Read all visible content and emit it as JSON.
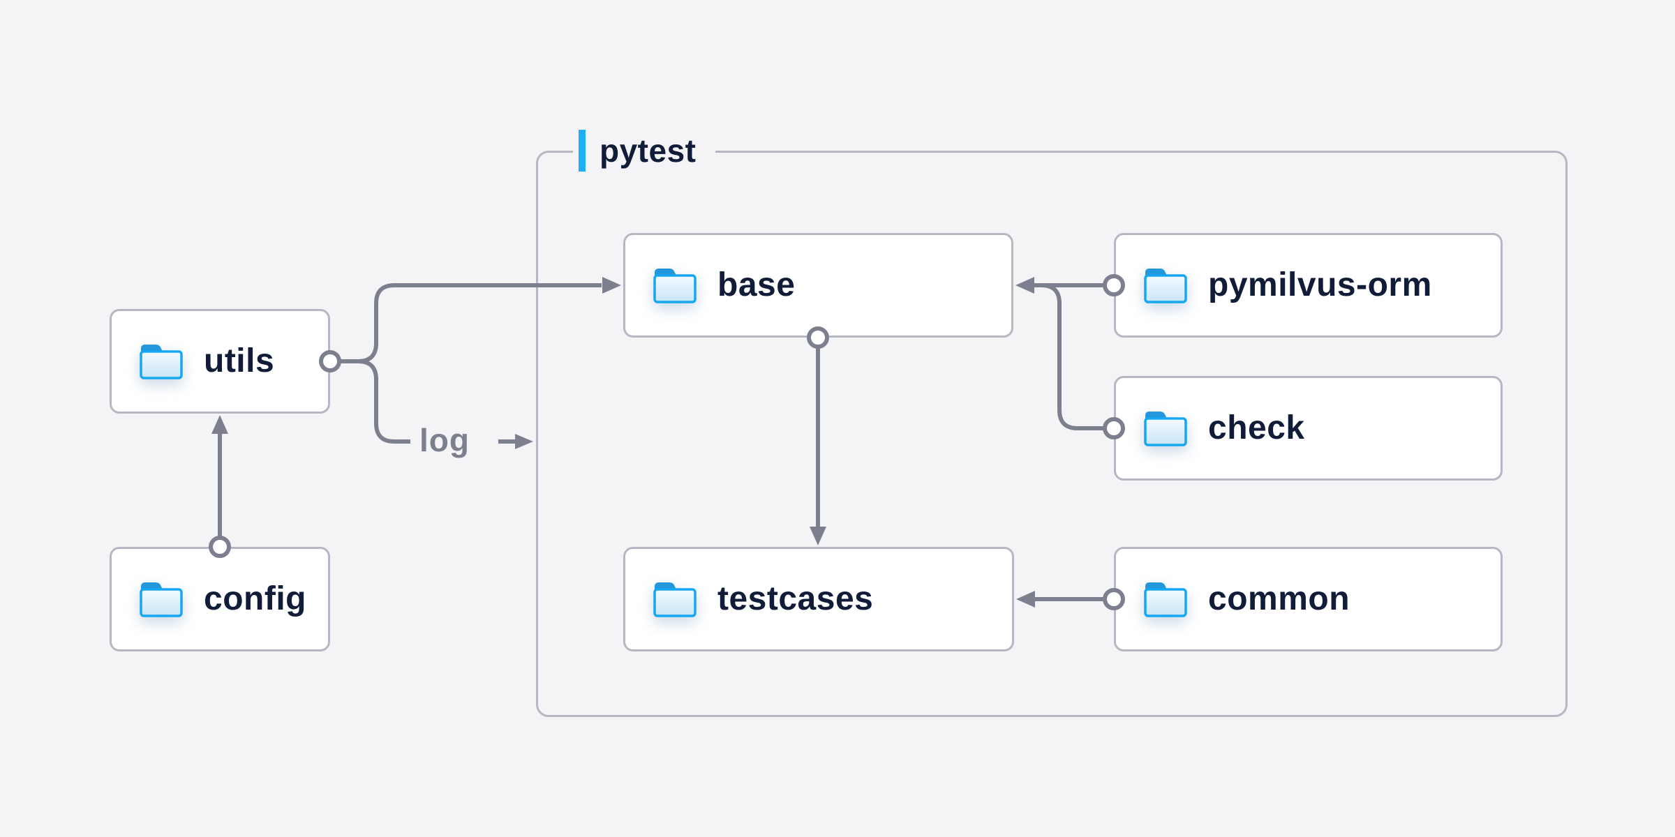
{
  "diagram": {
    "title_group": {
      "label": "pytest"
    },
    "nodes": {
      "utils": {
        "label": "utils"
      },
      "config": {
        "label": "config"
      },
      "base": {
        "label": "base"
      },
      "testcases": {
        "label": "testcases"
      },
      "pymilvus_orm": {
        "label": "pymilvus-orm"
      },
      "check": {
        "label": "check"
      },
      "common": {
        "label": "common"
      }
    },
    "edge_labels": {
      "log": "log"
    },
    "edges": [
      {
        "from": "config",
        "to": "utils"
      },
      {
        "from": "utils",
        "to": "base"
      },
      {
        "from": "utils",
        "to": "log"
      },
      {
        "from": "pymilvus-orm",
        "to": "base"
      },
      {
        "from": "check",
        "to": "base"
      },
      {
        "from": "base",
        "to": "testcases"
      },
      {
        "from": "common",
        "to": "testcases"
      }
    ],
    "colors": {
      "background": "#f4f4f6",
      "node_fill": "#ffffff",
      "node_border": "#b5b7c3",
      "node_text": "#111c38",
      "connector_gray": "#7c808e",
      "accent_blue": "#1db0f4",
      "folder_blue": "#16a7f2",
      "folder_tab_blue": "#2496dc"
    }
  }
}
